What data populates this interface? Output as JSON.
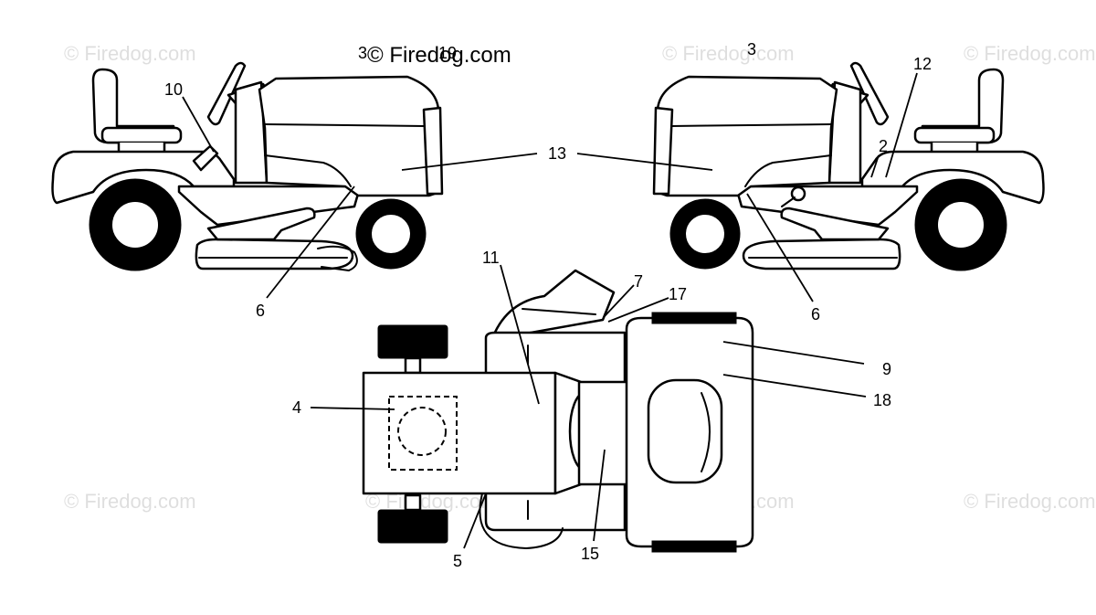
{
  "watermark": {
    "text": "© Firedog.com",
    "main_text": "© Firedog.com"
  },
  "callouts": {
    "left_view": {
      "c3": "3",
      "c10_top": "19",
      "c10": "10",
      "c13": "13",
      "c6": "6"
    },
    "right_view": {
      "c3": "3",
      "c12": "12",
      "c2": "2",
      "c6": "6"
    },
    "top_view": {
      "c11": "11",
      "c7": "7",
      "c17": "17",
      "c9": "9",
      "c18": "18",
      "c4": "4",
      "c5": "5",
      "c15": "15"
    }
  }
}
